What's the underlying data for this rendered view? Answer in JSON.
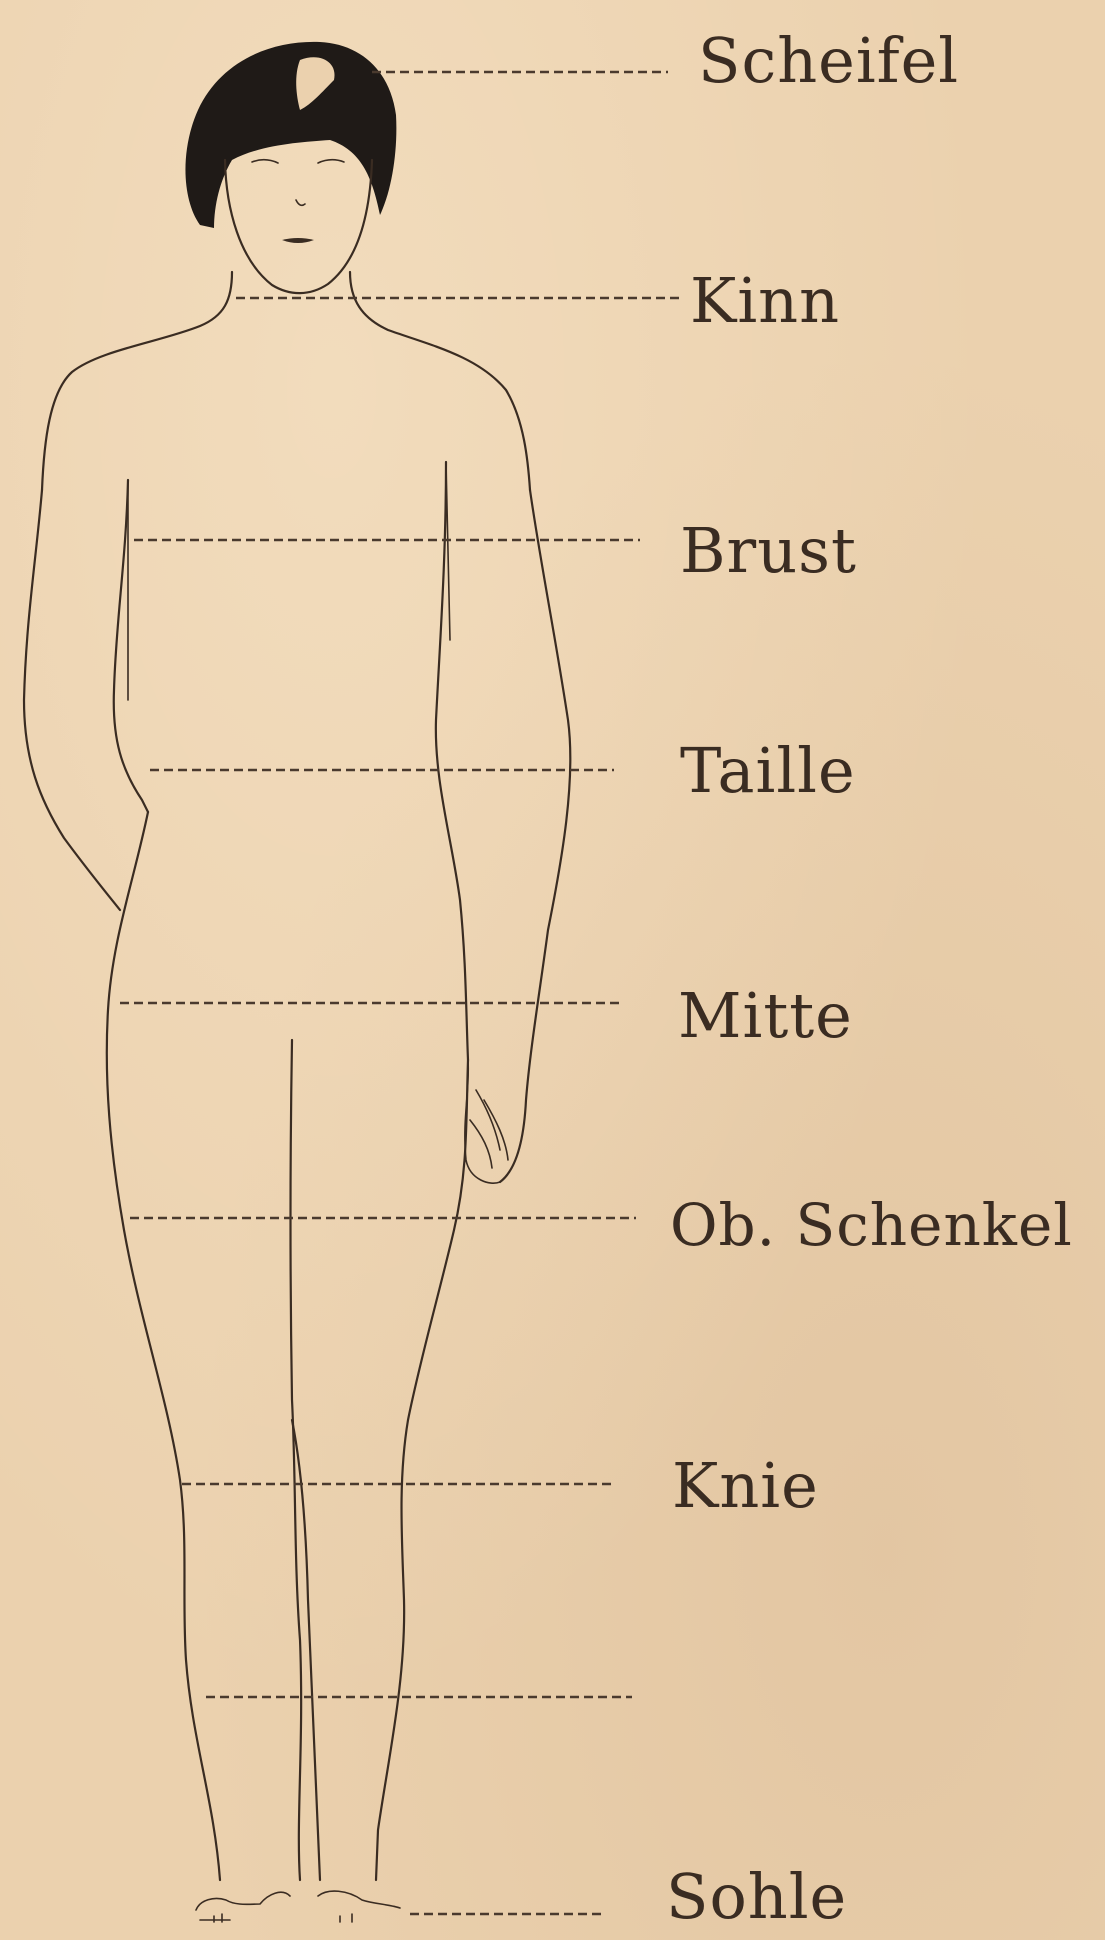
{
  "labels": {
    "scheitel": "Scheifel",
    "kinn": "Kinn",
    "brust": "Brust",
    "taille": "Taille",
    "mitte": "Mitte",
    "ob_schenkel": "Ob. Schenkel",
    "knie": "Knie",
    "sohle": "Sohle"
  },
  "colors": {
    "paper": "#ebd1ae",
    "ink": "#3a2c22",
    "hair": "#1f1a17"
  }
}
